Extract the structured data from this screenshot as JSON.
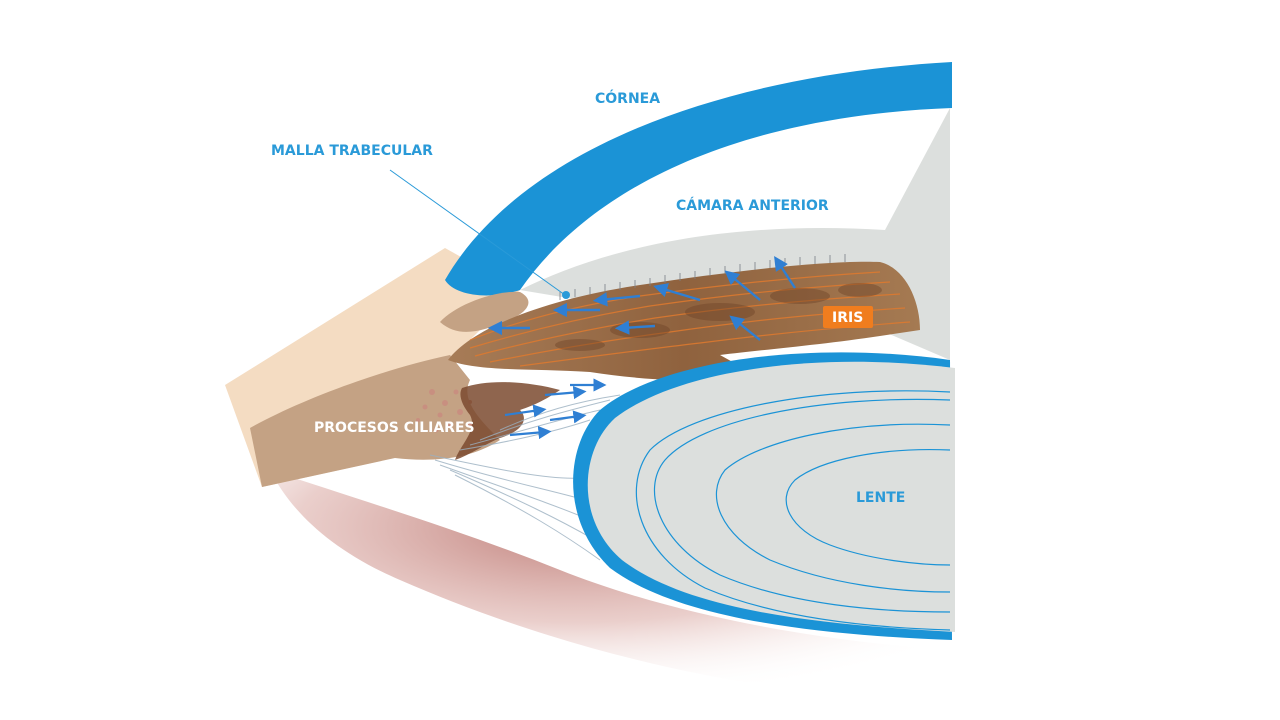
{
  "labels": {
    "cornea": "CÓRNEA",
    "trabecular": "MALLA TRABECULAR",
    "anterior_chamber": "CÁMARA ANTERIOR",
    "iris": "IRIS",
    "ciliary": "PROCESOS CILIARES",
    "lens": "LENTE"
  },
  "colors": {
    "cornea": "#1b93d6",
    "label_blue": "#2a9ad8",
    "chamber": "#dcdfdd",
    "sclera": "#f4dcc2",
    "ciliary": "#c4a284",
    "iris_band": "#b48a64",
    "iris_tag": "#f07d1e",
    "flow_arrow": "#2f7fd3",
    "white_label": "#ffffff"
  }
}
